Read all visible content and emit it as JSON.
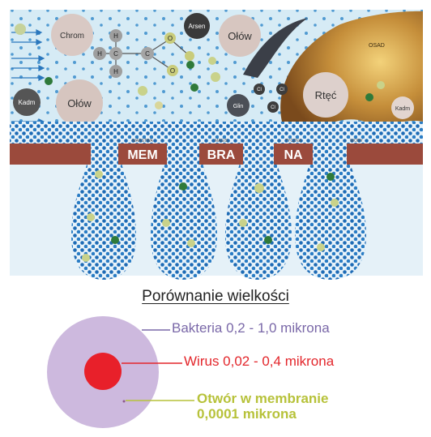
{
  "diagram": {
    "molecules": {
      "chrom": "Chrom",
      "arsen": "Arsen",
      "olow_top": "Ołów",
      "olow_mid": "Ołów",
      "kadm_left": "Kadm",
      "kadm_right": "Kadm",
      "rtec": "Rtęć",
      "glin": "Glin",
      "osad": "OSAD",
      "h": "H",
      "c": "C",
      "o": "O",
      "cl": "Cl"
    },
    "membrane": {
      "word1": "MEM",
      "word2": "BRA",
      "word3": "NA",
      "small1": "WARSTWA",
      "small2": "MAGIS",
      "small3": "TYCZNA",
      "small4": "WODY"
    }
  },
  "comparison": {
    "title": "Porównanie wielkości",
    "bacteria": "Bakteria 0,2 - 1,0 mikrona",
    "virus": "Wirus 0,02 - 0,4 mikrona",
    "pore_line1": "Otwór w membranie",
    "pore_line2": "0,0001 mikrona"
  },
  "colors": {
    "water_bg": "#d8ecf6",
    "water_dots": "#1f6fb8",
    "membrane": "#9b4a3c",
    "bacteria": "#c9b6dc",
    "virus": "#e8202a",
    "pore_text": "#b7c23a"
  }
}
